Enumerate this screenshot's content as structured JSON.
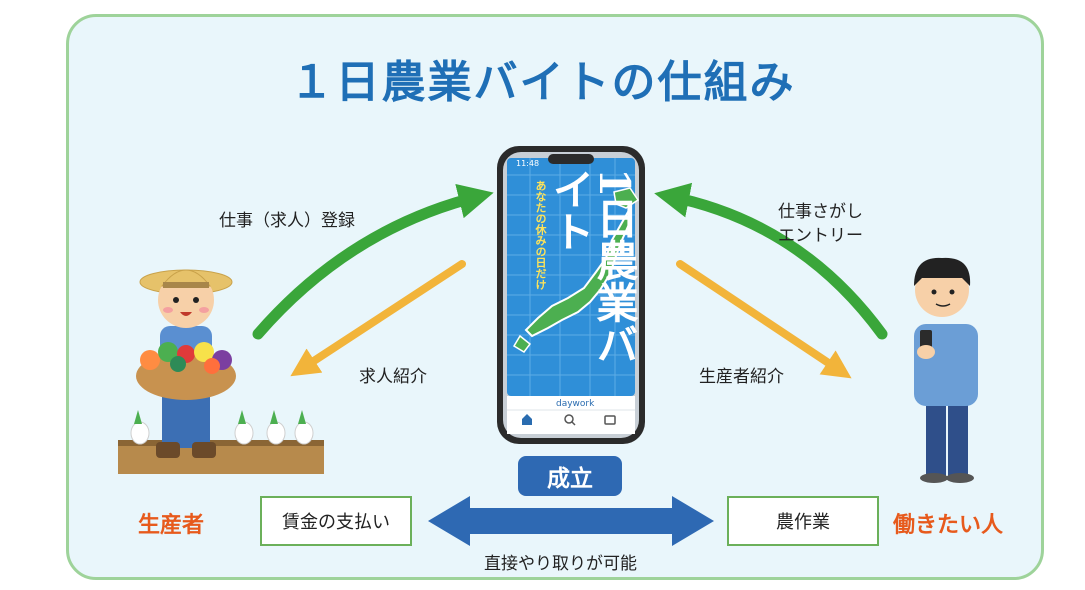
{
  "title": "１日農業バイトの仕組み",
  "labels": {
    "job_registration": "仕事（求人）登録",
    "job_introduction": "求人紹介",
    "job_search_entry_line1": "仕事さがし",
    "job_search_entry_line2": "エントリー",
    "producer_introduction": "生産者紹介",
    "direct_exchange": "直接やり取りが可能"
  },
  "roles": {
    "producer": "生産者",
    "worker": "働きたい人"
  },
  "boxes": {
    "wage_payment": "賃金の支払い",
    "farm_work": "農作業"
  },
  "badge": "成立",
  "phone": {
    "app_title": "1日農業バイト",
    "tagline": "あなたの休みの日だけ",
    "brand": "daywork",
    "status_time": "11:48"
  },
  "colors": {
    "title_blue": "#1f6fb6",
    "green_arrow": "#3aa63a",
    "yellow_arrow": "#f2b43a",
    "blue_arrow": "#2e69b3",
    "role_orange": "#e75a1c",
    "box_border": "#6bb05a",
    "panel_bg": "#e9f6fb"
  }
}
